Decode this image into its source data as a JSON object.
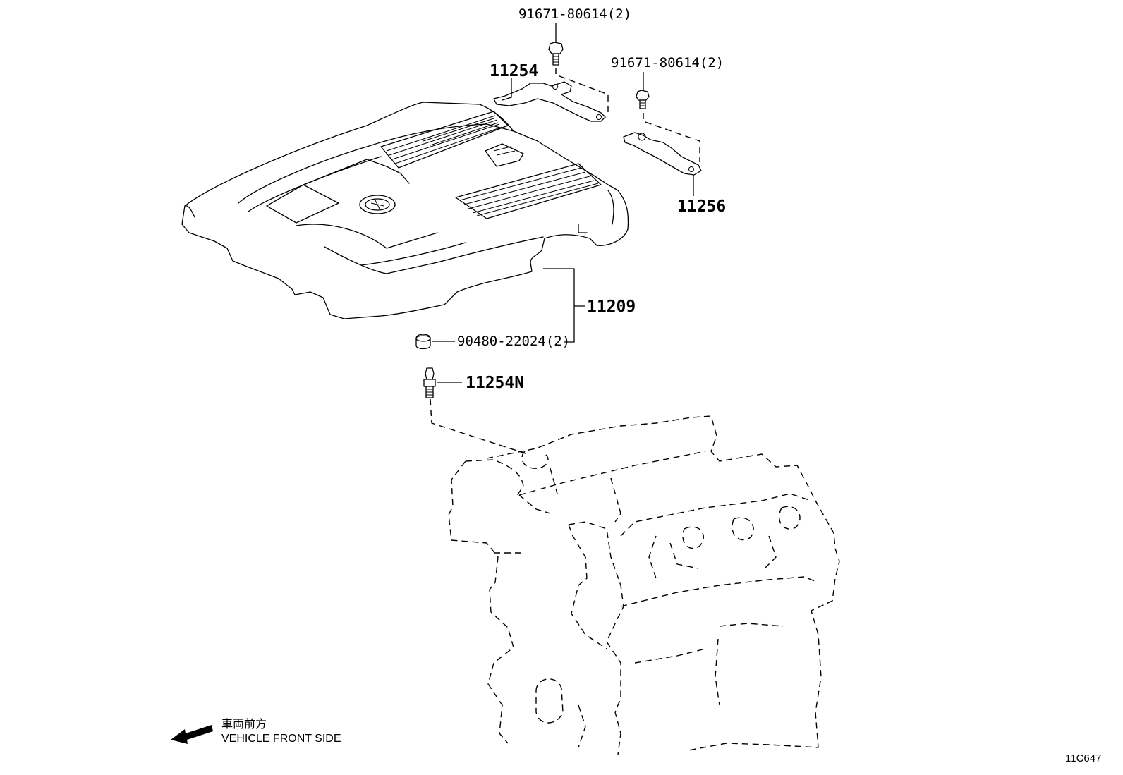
{
  "parts": {
    "bolt_upper": "91671-80614(2)",
    "bolt_right": "91671-80614(2)",
    "bracket_left": "11254",
    "bracket_right": "11256",
    "engine_cover": "11209",
    "grommet": "90480-22024(2)",
    "stud": "11254N"
  },
  "direction_note": {
    "japanese": "車両前方",
    "english": "VEHICLE FRONT SIDE"
  },
  "figure_code": "11C647"
}
